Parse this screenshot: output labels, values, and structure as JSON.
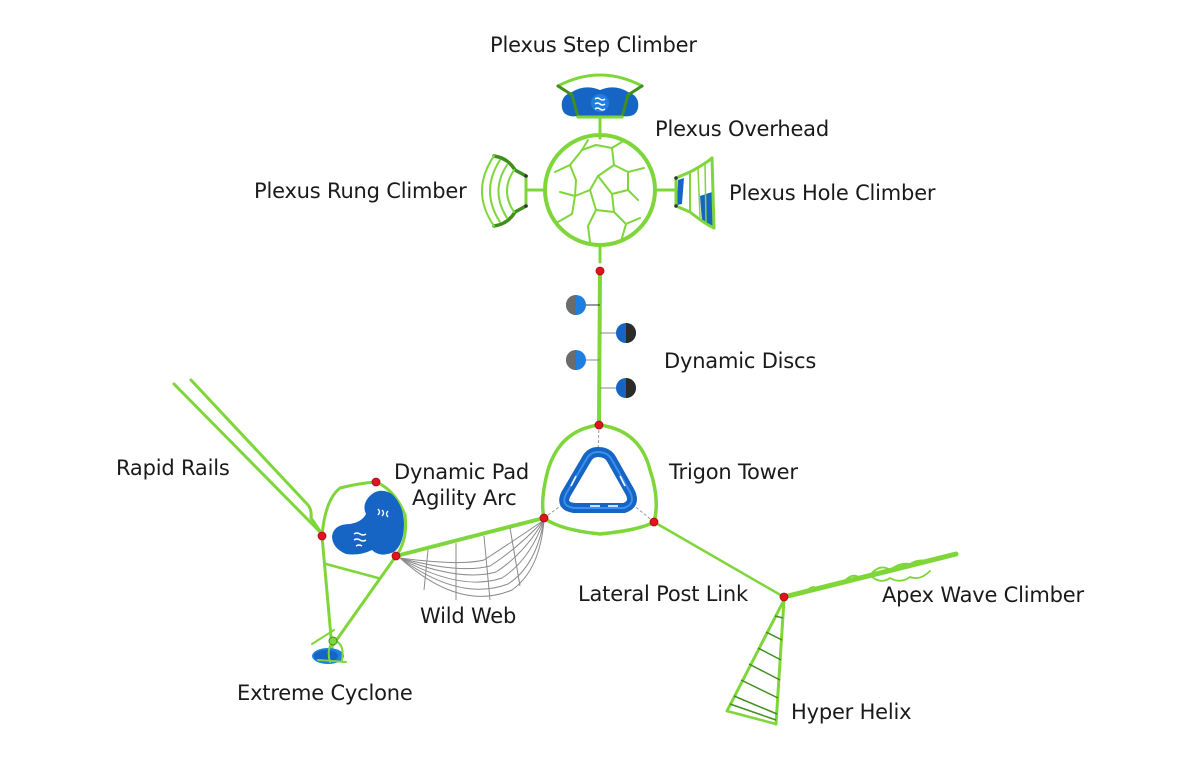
{
  "diagram": {
    "title": "Playground structure component layout",
    "colors": {
      "frame": "#7ed63a",
      "frame_dark": "#3f8f1e",
      "panel_blue": "#1665c4",
      "connector_node": "#e0141e",
      "net": "#8a8a8a",
      "label_text": "#1a1a1a",
      "background": "#ffffff"
    },
    "labels": {
      "plexus_step_climber": "Plexus Step Climber",
      "plexus_overhead": "Plexus Overhead",
      "plexus_rung_climber": "Plexus Rung Climber",
      "plexus_hole_climber": "Plexus Hole Climber",
      "dynamic_discs": "Dynamic Discs",
      "rapid_rails": "Rapid Rails",
      "dynamic_pad": "Dynamic Pad",
      "agility_arc": "Agility Arc",
      "trigon_tower": "Trigon Tower",
      "wild_web": "Wild Web",
      "lateral_post_link": "Lateral Post Link",
      "apex_wave_climber": "Apex Wave Climber",
      "extreme_cyclone": "Extreme Cyclone",
      "hyper_helix": "Hyper Helix"
    }
  }
}
